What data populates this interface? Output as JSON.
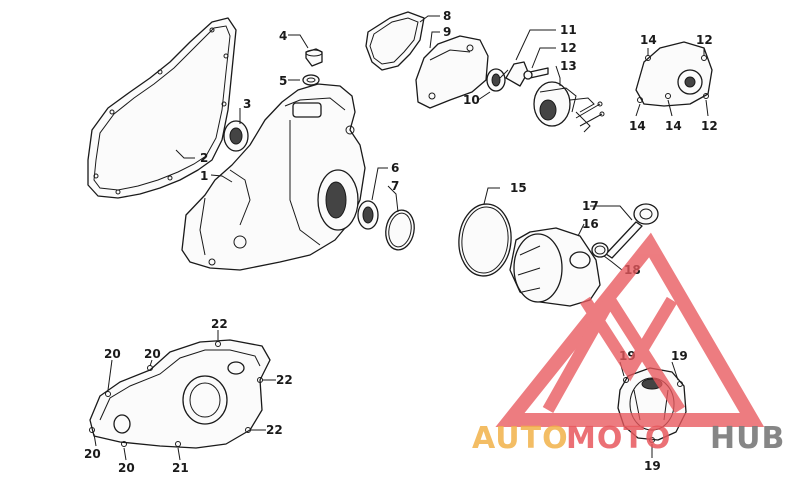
{
  "diagram": {
    "callouts": {
      "c1": "1",
      "c2": "2",
      "c3": "3",
      "c4": "4",
      "c5": "5",
      "c6": "6",
      "c7": "7",
      "c8": "8",
      "c9": "9",
      "c10": "10",
      "c11": "11",
      "c12a": "12",
      "c12b": "12",
      "c12c": "12",
      "c13": "13",
      "c14a": "14",
      "c14b": "14",
      "c14c": "14",
      "c15": "15",
      "c16": "16",
      "c17": "17",
      "c18": "18",
      "c19a": "19",
      "c19b": "19",
      "c19c": "19",
      "c20a": "20",
      "c20b": "20",
      "c20c": "20",
      "c20d": "20",
      "c21": "21",
      "c22a": "22",
      "c22b": "22",
      "c22c": "22"
    }
  },
  "watermark": {
    "part1": "AUTO",
    "part2": "MOTO",
    "part3": "HUB",
    "color_orange": "#f2b24a",
    "color_red": "#e8585d",
    "color_gray": "#7a7a7a"
  }
}
